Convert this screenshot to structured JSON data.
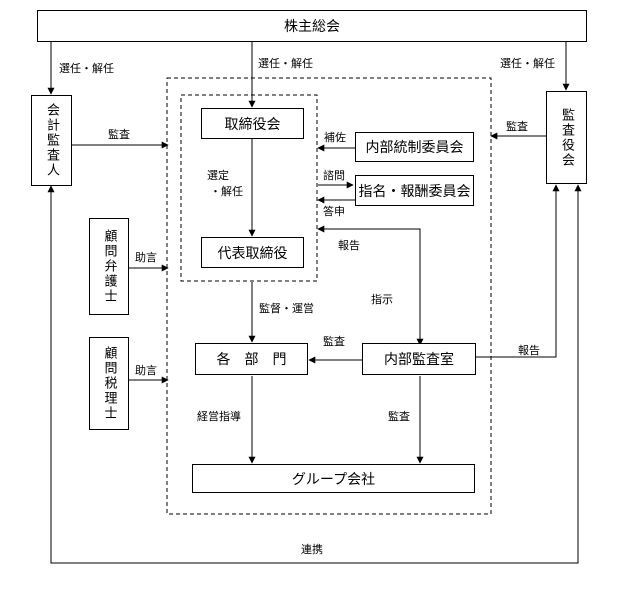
{
  "nodes": {
    "shareholders": "株主総会",
    "board": "取締役会",
    "internal_control": "内部統制委員会",
    "nomination": "指名・報酬委員会",
    "representative": "代表取締役",
    "departments": "各　部　門",
    "internal_audit": "内部監査室",
    "group": "グループ会社",
    "accounting_auditor": "会計監査人",
    "audit_board": "監査役会",
    "legal_advisor": "顧問弁護士",
    "tax_advisor": "顧問税理士"
  },
  "edges": {
    "elect_left": "選任・解任",
    "elect_center": "選任・解任",
    "elect_right": "選任・解任",
    "audit_accounting": "監査",
    "audit_board": "監査",
    "assist": "補佐",
    "consult": "諮問",
    "report_back": "答申",
    "select_dismiss_1": "選定",
    "select_dismiss_2": "・解任",
    "report_to_board": "報告",
    "instruct": "指示",
    "supervise": "監督・運営",
    "audit_depts": "監査",
    "report_to_auditors": "報告",
    "advice_legal": "助言",
    "advice_tax": "助言",
    "management_guidance": "経営指導",
    "audit_group": "監査",
    "cooperation": "連携"
  }
}
